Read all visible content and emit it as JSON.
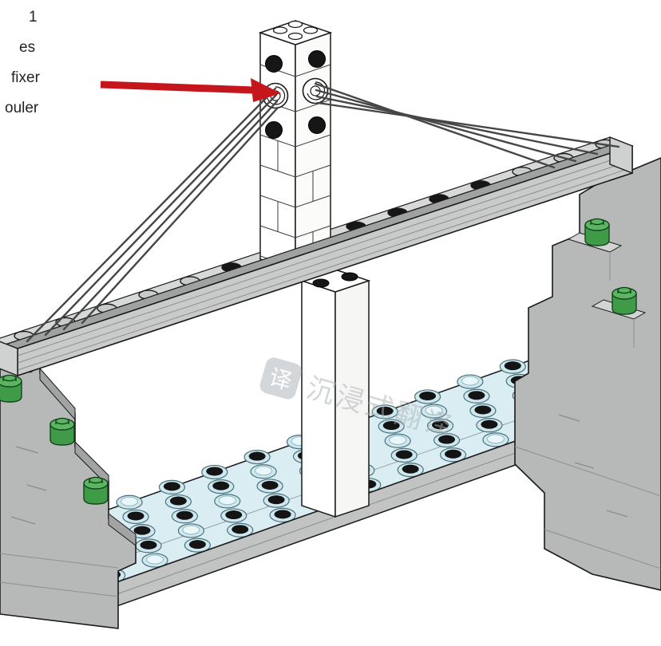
{
  "figure": {
    "type": "lego-building-instruction-illustration",
    "background": "#ffffff"
  },
  "caption": {
    "lines": [
      "1",
      "es",
      "fixer",
      "ouler"
    ]
  },
  "callout": {
    "arrow_color": "#c4161c"
  },
  "watermark": {
    "text": "沉浸式翻译",
    "icon_glyph": "译"
  },
  "colors": {
    "outline": "#1a1a1a",
    "lego_gray_light": "#d7d9d8",
    "lego_gray": "#bfc1c0",
    "lego_gray_dark": "#a0a2a1",
    "lego_white": "#ffffff",
    "lego_green": "#5cb563",
    "water": "#d9edf3",
    "water_stud_dark": "#141414",
    "string": "#464646",
    "caption_text": "#232323"
  }
}
